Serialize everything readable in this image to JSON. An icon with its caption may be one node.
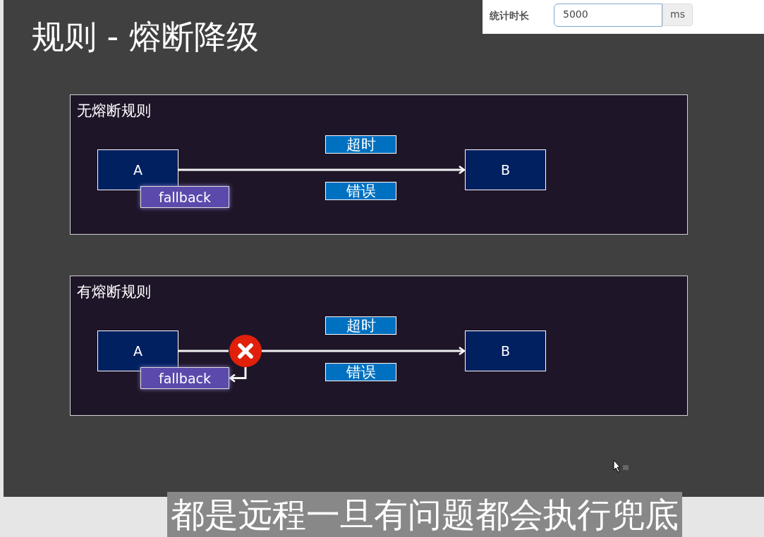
{
  "diagram": {
    "title": "规则 - 熔断降级",
    "nodes": [
      {
        "text": [
          "无熔断规则"
        ]
      },
      {
        "text": [
          "超时"
        ],
        "in": 0
      },
      {
        "text": [
          "A"
        ],
        "in": 0
      },
      {
        "text": [
          "B"
        ],
        "in": 0
      },
      {
        "text": [
          "fallback"
        ],
        "in": 0
      },
      {
        "text": [
          "错误"
        ],
        "in": 0
      },
      {
        "text": [
          "有熔断规则"
        ]
      },
      {
        "text": [
          "超时"
        ],
        "in": 6
      },
      {
        "text": [
          "A"
        ],
        "in": 6
      },
      {
        "text": [],
        "shape": "circle",
        "in": 6
      },
      {
        "text": [
          "B"
        ],
        "in": 6
      },
      {
        "text": [
          "fallback"
        ],
        "in": 6
      },
      {
        "text": [
          "错误"
        ],
        "in": 6
      }
    ],
    "edges": [
      {
        "from": 2,
        "to": 3,
        "arrow": "to"
      },
      {
        "from": 8,
        "to": 9,
        "arrow": "none"
      },
      {
        "from": 9,
        "to": 10,
        "arrow": "to"
      },
      {
        "from": 9,
        "to": 11,
        "arrow": "to"
      }
    ],
    "labels": [
      "统计时长",
      "5000",
      "ms",
      "都是远程一旦有问题都会执行兜底"
    ]
  }
}
